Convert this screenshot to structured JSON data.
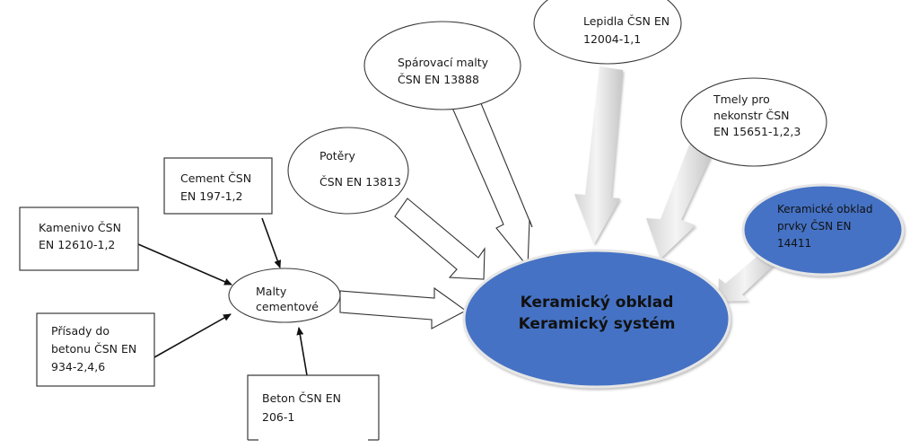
{
  "diagram": {
    "colors": {
      "central_fill": "#4472C4",
      "central_border": "#E8E8E8",
      "gray_arrow_light": "#F2F2F2",
      "gray_arrow_dark": "#C8C8C8",
      "outline": "#333333"
    },
    "central": {
      "line1": "Keramický obklad",
      "line2": "Keramický systém"
    },
    "mortar_node": {
      "line1": "Malty",
      "line2": "cementové"
    },
    "mortar_inputs": [
      {
        "id": "kamenivo",
        "line1": "Kamenivo ČSN",
        "line2": "EN 12610-1,2"
      },
      {
        "id": "cement",
        "line1": "Cement ČSN",
        "line2": "EN 197-1,2"
      },
      {
        "id": "prisady",
        "line1": "Přísady do",
        "line2": "betonu  ČSN EN",
        "line3": "934-2,4,6"
      },
      {
        "id": "beton",
        "line1": "Beton ČSN EN",
        "line2": "206-1"
      }
    ],
    "system_inputs": [
      {
        "id": "potery",
        "line1": "Potěry",
        "line2": "ČSN EN 13813"
      },
      {
        "id": "sparovaci",
        "line1": "Spárovací malty",
        "line2": "ČSN EN 13888"
      },
      {
        "id": "lepidla",
        "line1": "Lepidla ČSN EN",
        "line2": "12004-1,1"
      },
      {
        "id": "tmely",
        "line1": "Tmely pro",
        "line2": "nekonstr ČSN",
        "line3": "EN 15651-1,2,3"
      },
      {
        "id": "prvky",
        "line1": "Keramické obklad",
        "line2": "prvky ČSN EN",
        "line3": "14411"
      }
    ]
  }
}
